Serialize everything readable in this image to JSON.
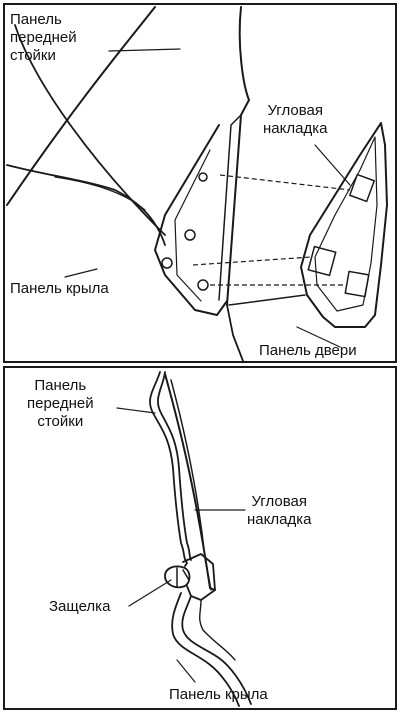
{
  "top_panel": {
    "label_pillar_line1": "Панель",
    "label_pillar_line2": "передней",
    "label_pillar_line3": "стойки",
    "label_trim_line1": "Угловая",
    "label_trim_line2": "накладка",
    "label_fender": "Панель крыла",
    "label_door": "Панель двери"
  },
  "bottom_panel": {
    "label_pillar_line1": "Панель",
    "label_pillar_line2": "передней",
    "label_pillar_line3": "стойки",
    "label_trim_line1": "Угловая",
    "label_trim_line2": "накладка",
    "label_clip": "Защелка",
    "label_fender": "Панель крыла"
  }
}
